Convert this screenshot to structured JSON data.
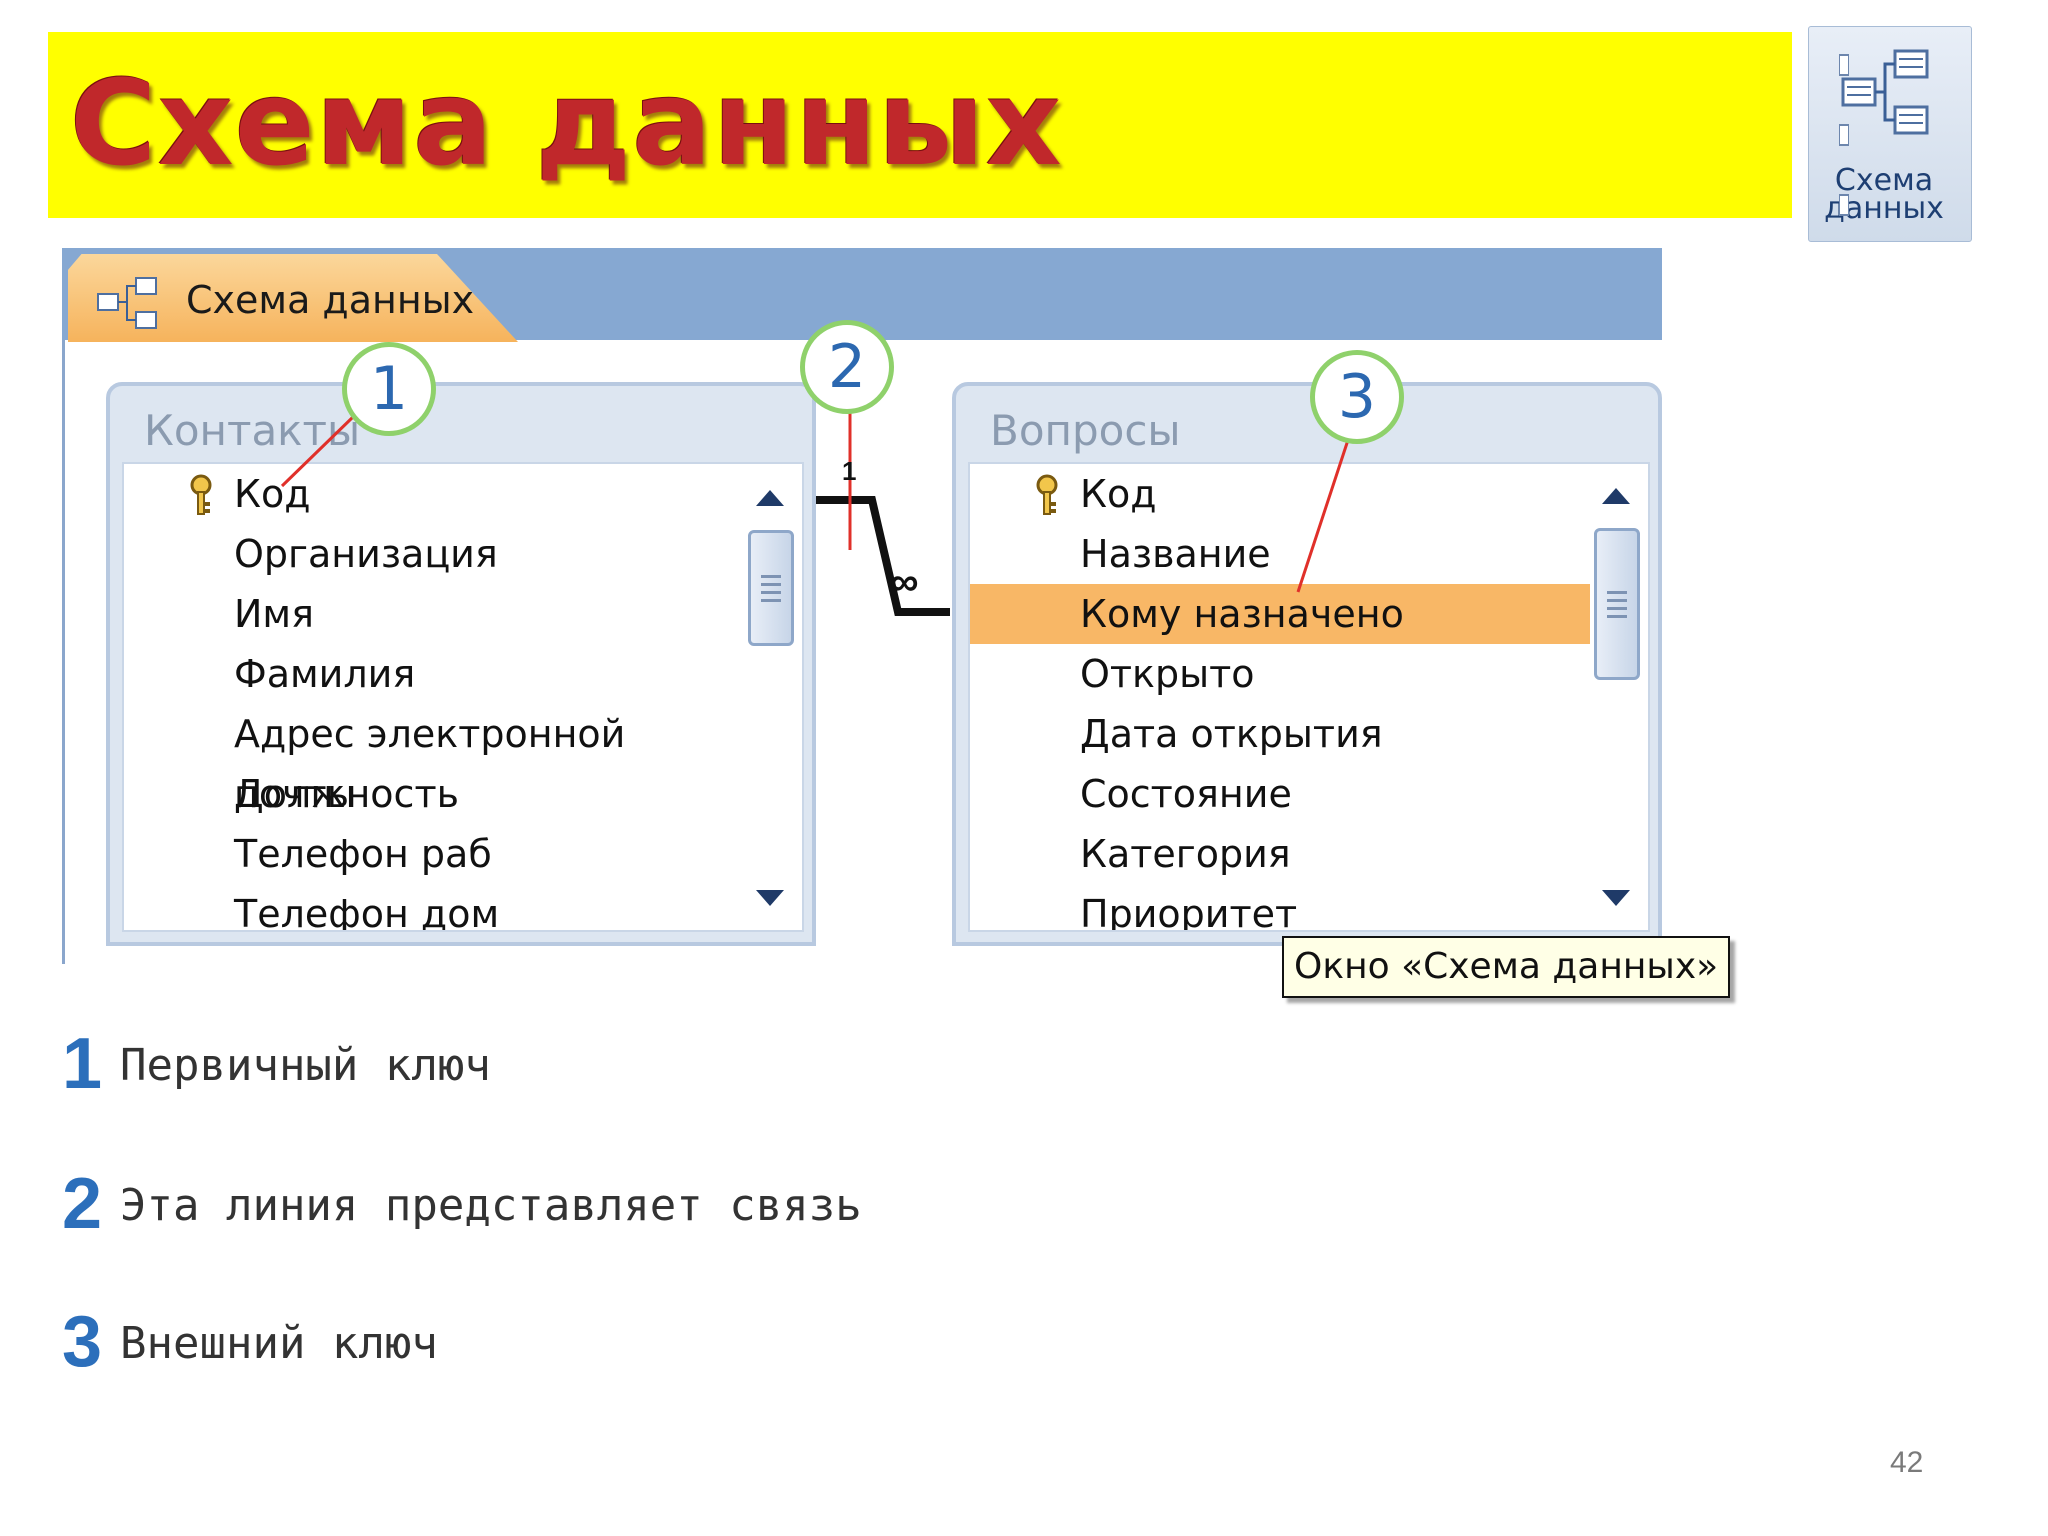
{
  "slide": {
    "title": "Схема данных",
    "page_number": "42",
    "banner_color": "#ffff00",
    "title_color": "#c0282b"
  },
  "ribbon_button": {
    "label": "Схема\nданных",
    "icon": "relationships-icon"
  },
  "window": {
    "tab_label": "Схема данных",
    "tab_icon": "relationships-icon",
    "tab_color": "#f6b35c",
    "bar_color": "#86a8d2"
  },
  "tables": {
    "contacts": {
      "title": "Контакты",
      "fields": [
        "Код",
        "Организация",
        "Имя",
        "Фамилия",
        "Адрес электронной почты",
        "Должность",
        "Телефон раб",
        "Телефон дом"
      ],
      "primary_key_index": 0
    },
    "issues": {
      "title": "Вопросы",
      "fields": [
        "Код",
        "Название",
        "Кому назначено",
        "Открыто",
        "Дата открытия",
        "Состояние",
        "Категория",
        "Приоритет"
      ],
      "primary_key_index": 0,
      "selected_index": 2,
      "selected_color": "#f8b766"
    }
  },
  "relationship": {
    "one_label": "1",
    "many_label": "∞"
  },
  "callouts": [
    "1",
    "2",
    "3"
  ],
  "tooltip": "Окно «Схема данных»",
  "legend": [
    {
      "num": "1",
      "text": "Первичный ключ"
    },
    {
      "num": "2",
      "text": "Эта линия представляет связь"
    },
    {
      "num": "3",
      "text": "Внешний ключ"
    }
  ]
}
